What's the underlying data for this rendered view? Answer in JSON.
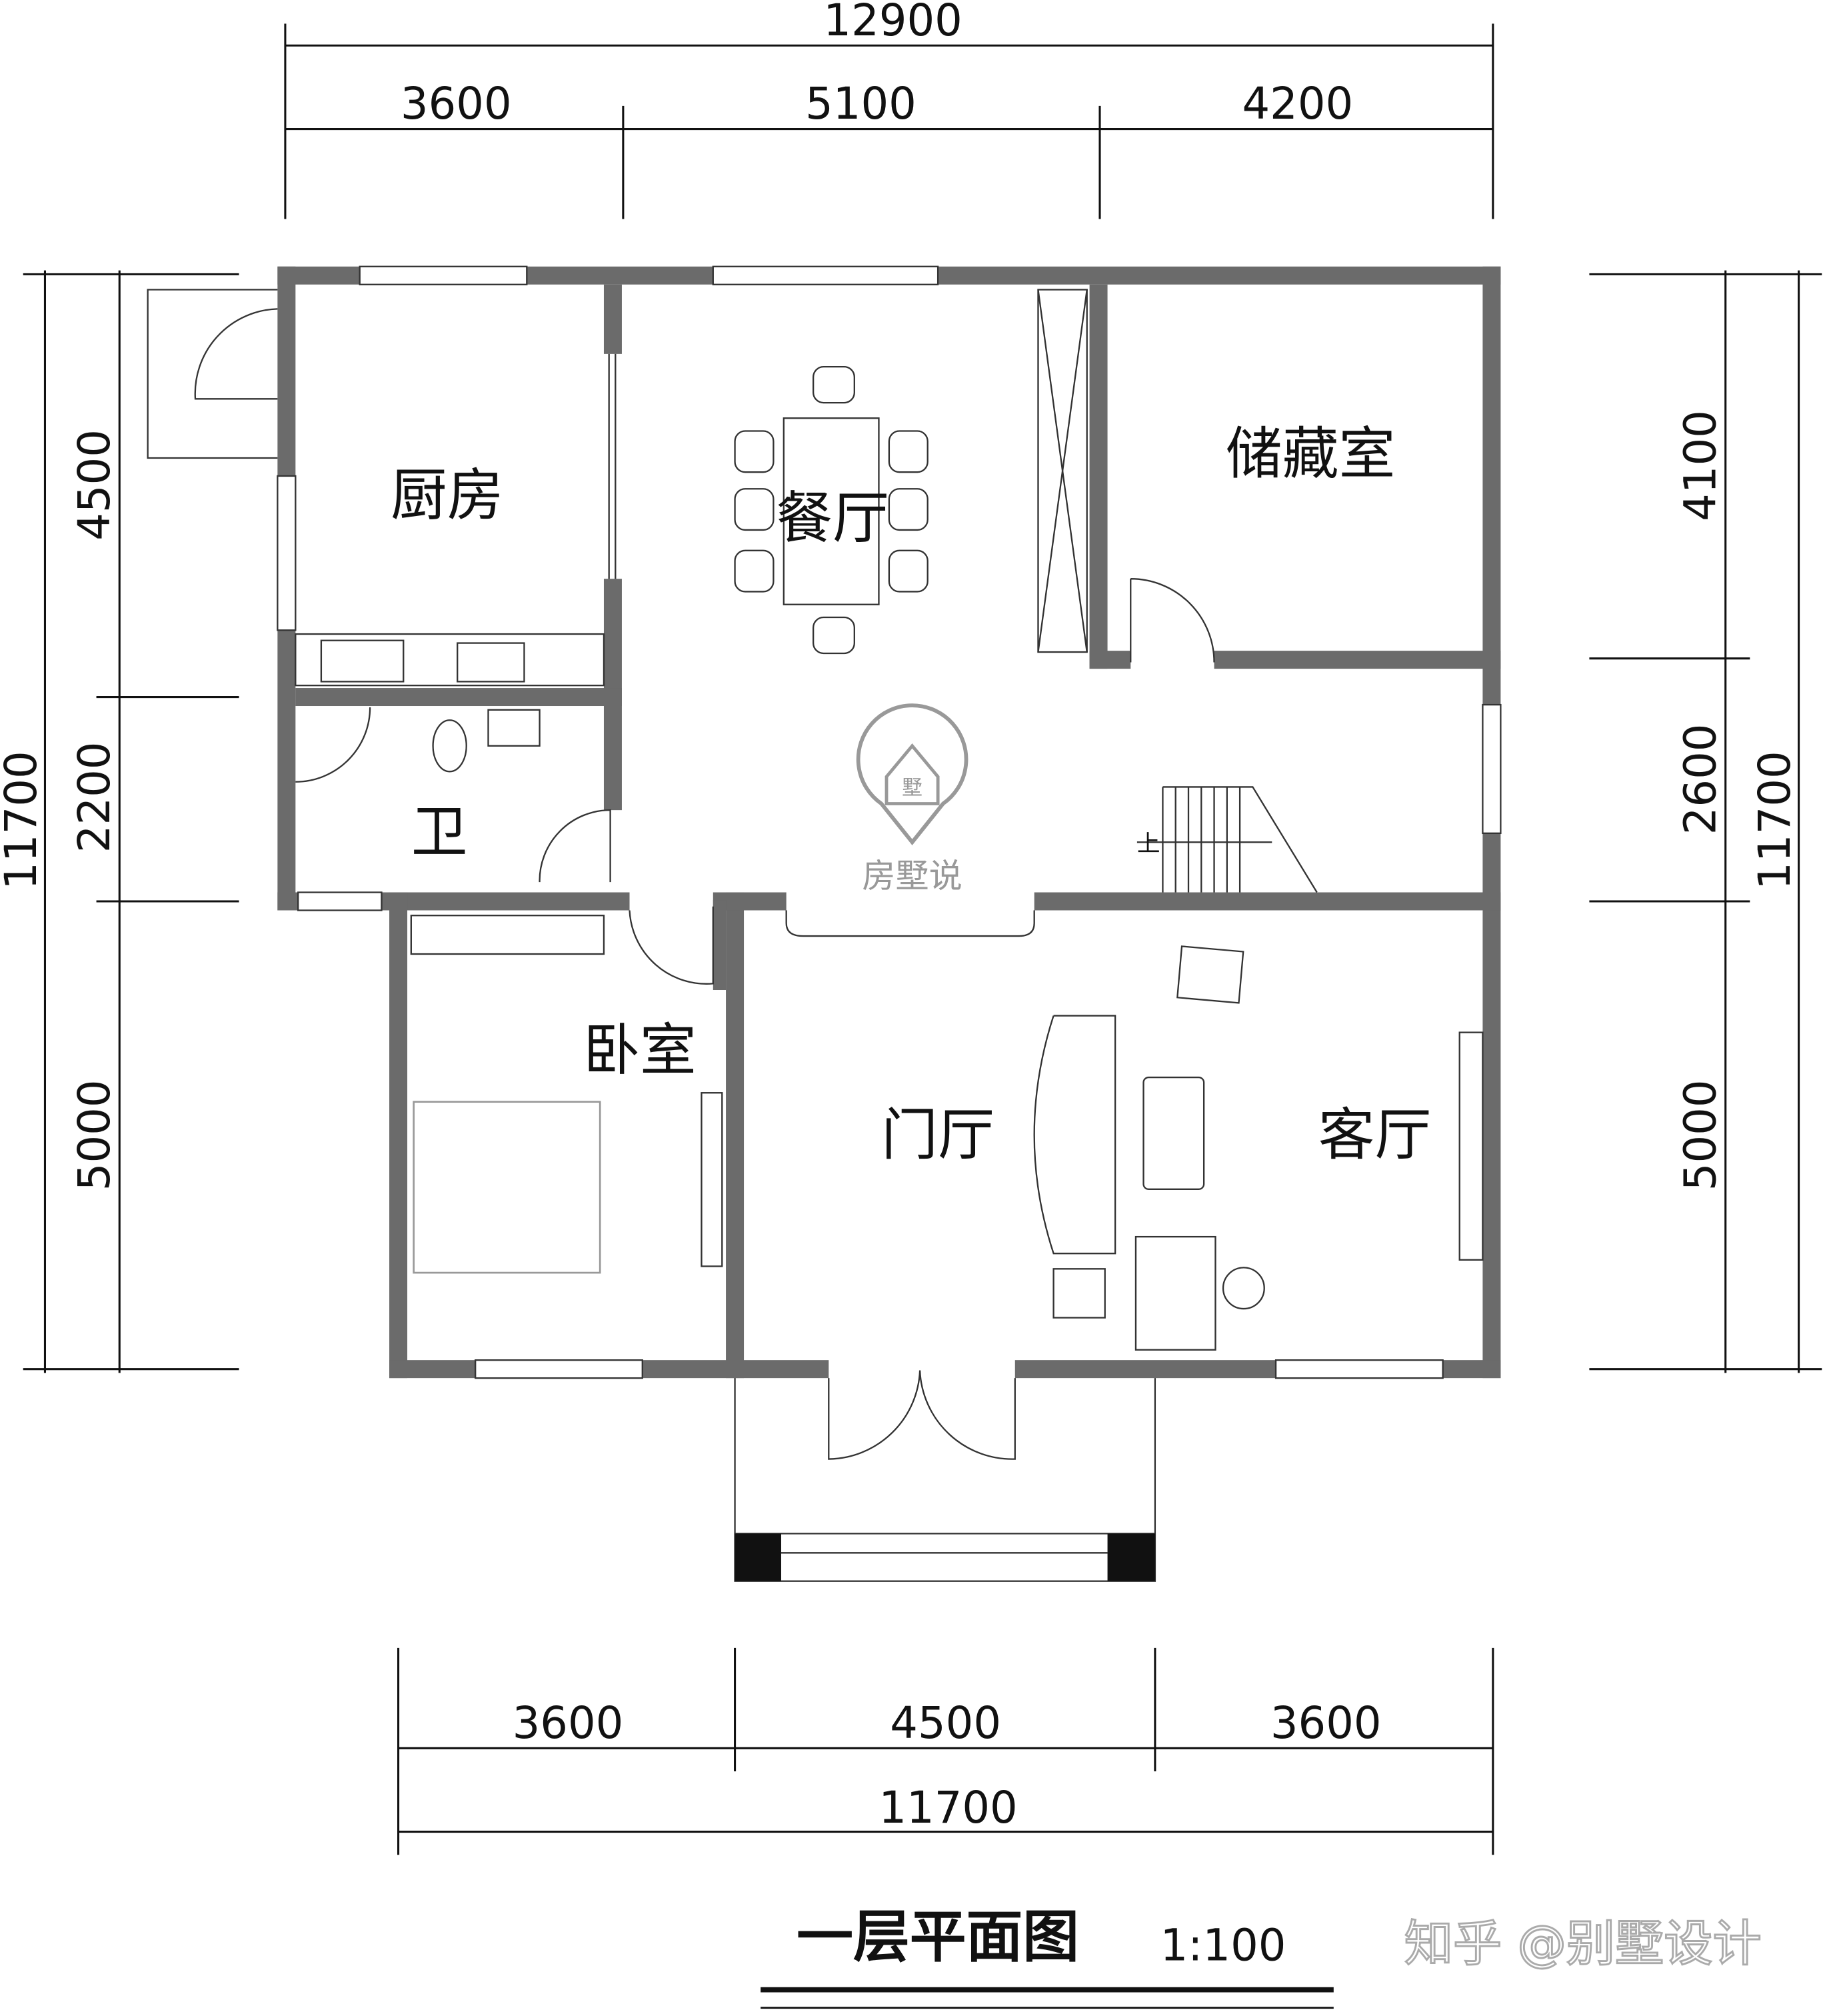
{
  "dimensions": {
    "top_total": "12900",
    "top_segments": [
      "3600",
      "5100",
      "4200"
    ],
    "left_total": "11700",
    "left_segments": [
      "4500",
      "2200",
      "5000"
    ],
    "right_total": "11700",
    "right_segments": [
      "4100",
      "2600",
      "5000"
    ],
    "bottom_segments": [
      "3600",
      "4500",
      "3600"
    ],
    "bottom_total": "11700"
  },
  "rooms": {
    "kitchen": "厨房",
    "dining": "餐厅",
    "storage": "储藏室",
    "bathroom": "卫",
    "bedroom": "卧室",
    "foyer": "门厅",
    "living": "客厅",
    "stairs_up": "上"
  },
  "logo": {
    "text": "房墅说",
    "mark": "墅"
  },
  "title": {
    "name": "一层平面图",
    "scale": "1:100"
  },
  "watermark": "知乎 @别墅设计",
  "colors": {
    "wall": "#6b6b6b",
    "line": "#111111"
  }
}
